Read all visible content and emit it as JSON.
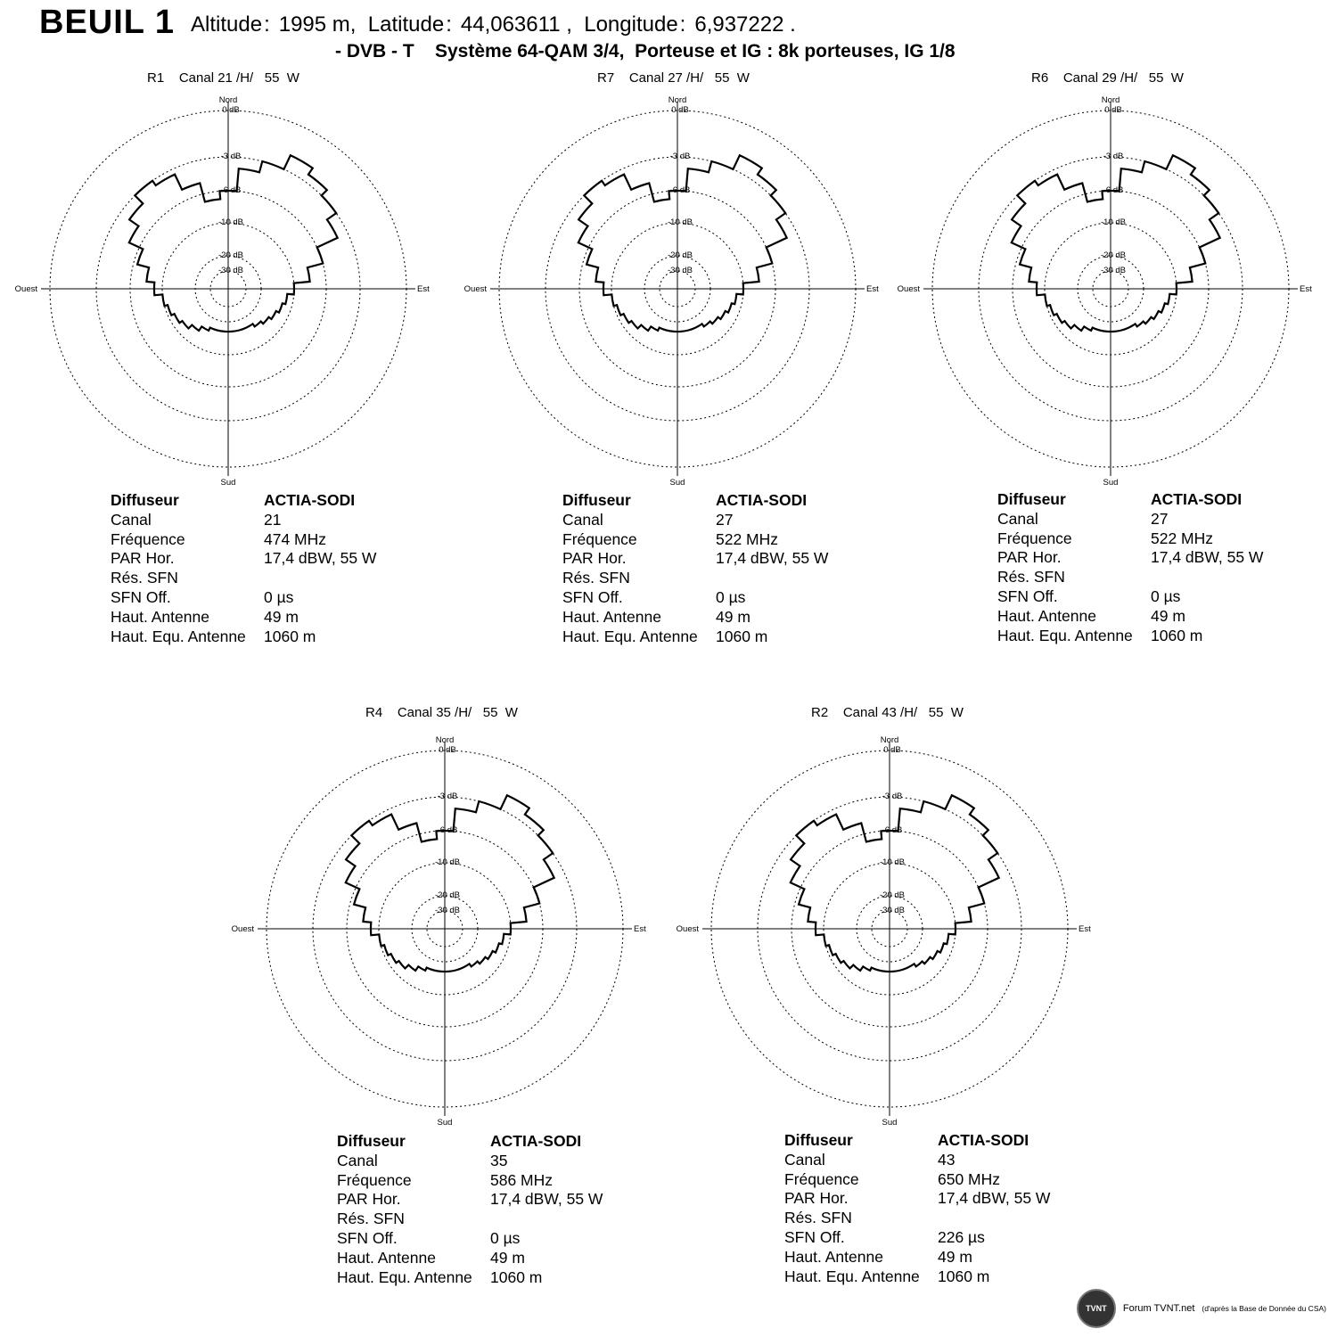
{
  "header": {
    "title": "BEUIL 1",
    "fields": [
      {
        "label": "Altitude",
        "value": "1995 m,"
      },
      {
        "label": "Latitude",
        "value": "44,063611 ,"
      },
      {
        "label": "Longitude",
        "value": "6,937222 ."
      }
    ],
    "subtitle": "- DVB - T    Système 64-QAM 3/4,  Porteuse et IG : 8k porteuses, IG 1/8"
  },
  "compass": {
    "north": "Nord",
    "south": "Sud",
    "west": "Ouest",
    "east": "Est"
  },
  "ring_labels": [
    "0 dB",
    "-3 dB",
    "-6 dB",
    "-10 dB",
    "-20 dB",
    "-30 dB"
  ],
  "info_labels": {
    "diffuseur": "Diffuseur",
    "canal": "Canal",
    "frequence": "Fréquence",
    "par": "PAR Hor.",
    "res_sfn": "Rés. SFN",
    "sfn_off": "SFN Off.",
    "haut_antenne": "Haut. Antenne",
    "haut_equ": "Haut. Equ. Antenne"
  },
  "transmitters": [
    {
      "title": "R1    Canal 21 /H/   55  W",
      "diffuseur": "ACTIA-SODI",
      "canal": "21",
      "frequence": "474 MHz",
      "par": "17,4 dBW, 55 W",
      "res_sfn": "",
      "sfn_off": "0 µs",
      "haut_antenne": "49 m",
      "haut_equ": "1060 m"
    },
    {
      "title": "R7    Canal 27 /H/   55  W",
      "diffuseur": "ACTIA-SODI",
      "canal": "27",
      "frequence": "522 MHz",
      "par": "17,4 dBW, 55 W",
      "res_sfn": "",
      "sfn_off": "0 µs",
      "haut_antenne": "49 m",
      "haut_equ": "1060 m"
    },
    {
      "title": "R6    Canal 29 /H/   55  W",
      "diffuseur": "ACTIA-SODI",
      "canal": "27",
      "frequence": "522 MHz",
      "par": "17,4 dBW, 55 W",
      "res_sfn": "",
      "sfn_off": "0 µs",
      "haut_antenne": "49 m",
      "haut_equ": "1060 m"
    },
    {
      "title": "R4    Canal 35 /H/   55  W",
      "diffuseur": "ACTIA-SODI",
      "canal": "35",
      "frequence": "586 MHz",
      "par": "17,4 dBW, 55 W",
      "res_sfn": "",
      "sfn_off": "0 µs",
      "haut_antenne": "49 m",
      "haut_equ": "1060 m"
    },
    {
      "title": "R2    Canal 43 /H/   55  W",
      "diffuseur": "ACTIA-SODI",
      "canal": "43",
      "frequence": "650 MHz",
      "par": "17,4 dBW, 55 W",
      "res_sfn": "",
      "sfn_off": "226 µs",
      "haut_antenne": "49 m",
      "haut_equ": "1060 m"
    }
  ],
  "chart_data": {
    "type": "polar",
    "r_ticks_db": [
      0,
      -3,
      -6,
      -10,
      -20,
      -30
    ],
    "azimuth_deg": [
      0,
      10,
      20,
      30,
      40,
      50,
      60,
      70,
      80,
      90,
      100,
      110,
      120,
      130,
      140,
      150,
      160,
      170,
      180,
      190,
      200,
      210,
      220,
      230,
      240,
      250,
      260,
      270,
      280,
      290,
      300,
      310,
      320,
      330,
      340,
      350
    ],
    "series": [
      {
        "name": "R1",
        "attenuation_db": [
          -6,
          -4,
          -3,
          -2,
          -2.5,
          -3,
          -4,
          -6,
          -8,
          -10,
          -12,
          -13,
          -14,
          -15,
          -16,
          -17,
          -17,
          -17,
          -17,
          -17,
          -17,
          -16,
          -14.5,
          -13,
          -12,
          -11,
          -10,
          -9,
          -8,
          -6.5,
          -5,
          -4,
          -3,
          -3.5,
          -5,
          -7
        ]
      },
      {
        "name": "R7",
        "attenuation_db": [
          -6,
          -4,
          -3,
          -2,
          -2.5,
          -3,
          -4,
          -6,
          -8,
          -10,
          -12,
          -13,
          -14,
          -15,
          -16,
          -17,
          -17,
          -17,
          -17,
          -17,
          -17,
          -16,
          -14.5,
          -13,
          -12,
          -11,
          -10,
          -9,
          -8,
          -6.5,
          -5,
          -4,
          -3,
          -3.5,
          -5,
          -7
        ]
      },
      {
        "name": "R6",
        "attenuation_db": [
          -6,
          -4,
          -3,
          -2,
          -2.5,
          -3,
          -4,
          -6,
          -8,
          -10,
          -12,
          -13,
          -14,
          -15,
          -16,
          -17,
          -17,
          -17,
          -17,
          -17,
          -17,
          -16,
          -14.5,
          -13,
          -12,
          -11,
          -10,
          -9,
          -8,
          -6.5,
          -5,
          -4,
          -3,
          -3.5,
          -5,
          -7
        ]
      },
      {
        "name": "R4",
        "attenuation_db": [
          -6,
          -4,
          -3,
          -2,
          -2.5,
          -3,
          -4,
          -6,
          -8,
          -10,
          -12,
          -13,
          -14,
          -15,
          -16,
          -17,
          -17,
          -17,
          -17,
          -17,
          -17,
          -16,
          -14.5,
          -13,
          -12,
          -11,
          -10,
          -9,
          -8,
          -6.5,
          -5,
          -4,
          -3,
          -3.5,
          -5,
          -7
        ]
      },
      {
        "name": "R2",
        "attenuation_db": [
          -6,
          -4,
          -3,
          -2,
          -2.5,
          -3,
          -4,
          -6,
          -8,
          -10,
          -12,
          -13,
          -14,
          -15,
          -16,
          -17,
          -17,
          -17,
          -17,
          -17,
          -17,
          -16,
          -14.5,
          -13,
          -12,
          -11,
          -10,
          -9,
          -8,
          -6.5,
          -5,
          -4,
          -3,
          -3.5,
          -5,
          -7
        ]
      }
    ]
  },
  "footer": {
    "logo": "TVNT",
    "text": "Forum TVNT.net",
    "note": "(d'après la Base de Donnée du CSA)"
  }
}
